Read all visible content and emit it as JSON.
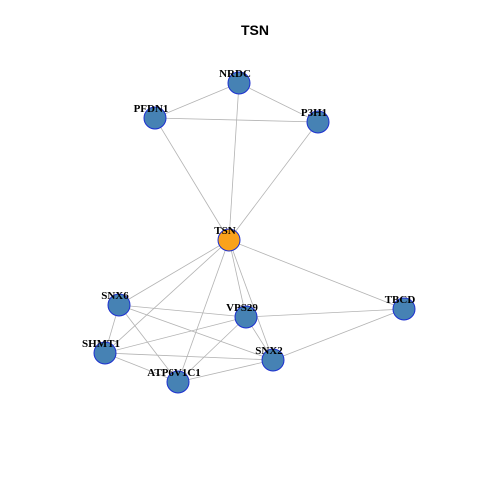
{
  "title": "TSN",
  "colors": {
    "hub_node": "#FAA21B",
    "node": "#4682B4",
    "node_border": "#1C2FD0",
    "edge": "#B3B3B3"
  },
  "nodes": [
    {
      "id": "TSN",
      "label": "TSN",
      "hub": true
    },
    {
      "id": "NRDC",
      "label": "NRDC"
    },
    {
      "id": "PFDN1",
      "label": "PFDN1"
    },
    {
      "id": "P3H1",
      "label": "P3H1"
    },
    {
      "id": "SNX6",
      "label": "SNX6"
    },
    {
      "id": "VPS29",
      "label": "VPS29"
    },
    {
      "id": "TBCD",
      "label": "TBCD"
    },
    {
      "id": "SHMT1",
      "label": "SHMT1"
    },
    {
      "id": "SNX2",
      "label": "SNX2"
    },
    {
      "id": "ATP6V1C1",
      "label": "ATP6V1C1"
    }
  ],
  "edges": [
    [
      "NRDC",
      "PFDN1"
    ],
    [
      "NRDC",
      "P3H1"
    ],
    [
      "PFDN1",
      "P3H1"
    ],
    [
      "NRDC",
      "TSN"
    ],
    [
      "PFDN1",
      "TSN"
    ],
    [
      "P3H1",
      "TSN"
    ],
    [
      "TSN",
      "SNX6"
    ],
    [
      "TSN",
      "VPS29"
    ],
    [
      "TSN",
      "TBCD"
    ],
    [
      "TSN",
      "SHMT1"
    ],
    [
      "TSN",
      "SNX2"
    ],
    [
      "TSN",
      "ATP6V1C1"
    ],
    [
      "SNX6",
      "VPS29"
    ],
    [
      "SNX6",
      "SNX2"
    ],
    [
      "SNX6",
      "SHMT1"
    ],
    [
      "SNX6",
      "ATP6V1C1"
    ],
    [
      "VPS29",
      "TBCD"
    ],
    [
      "VPS29",
      "SNX2"
    ],
    [
      "VPS29",
      "SHMT1"
    ],
    [
      "VPS29",
      "ATP6V1C1"
    ],
    [
      "TBCD",
      "SNX2"
    ],
    [
      "SHMT1",
      "SNX2"
    ],
    [
      "SHMT1",
      "ATP6V1C1"
    ],
    [
      "SNX2",
      "ATP6V1C1"
    ]
  ]
}
